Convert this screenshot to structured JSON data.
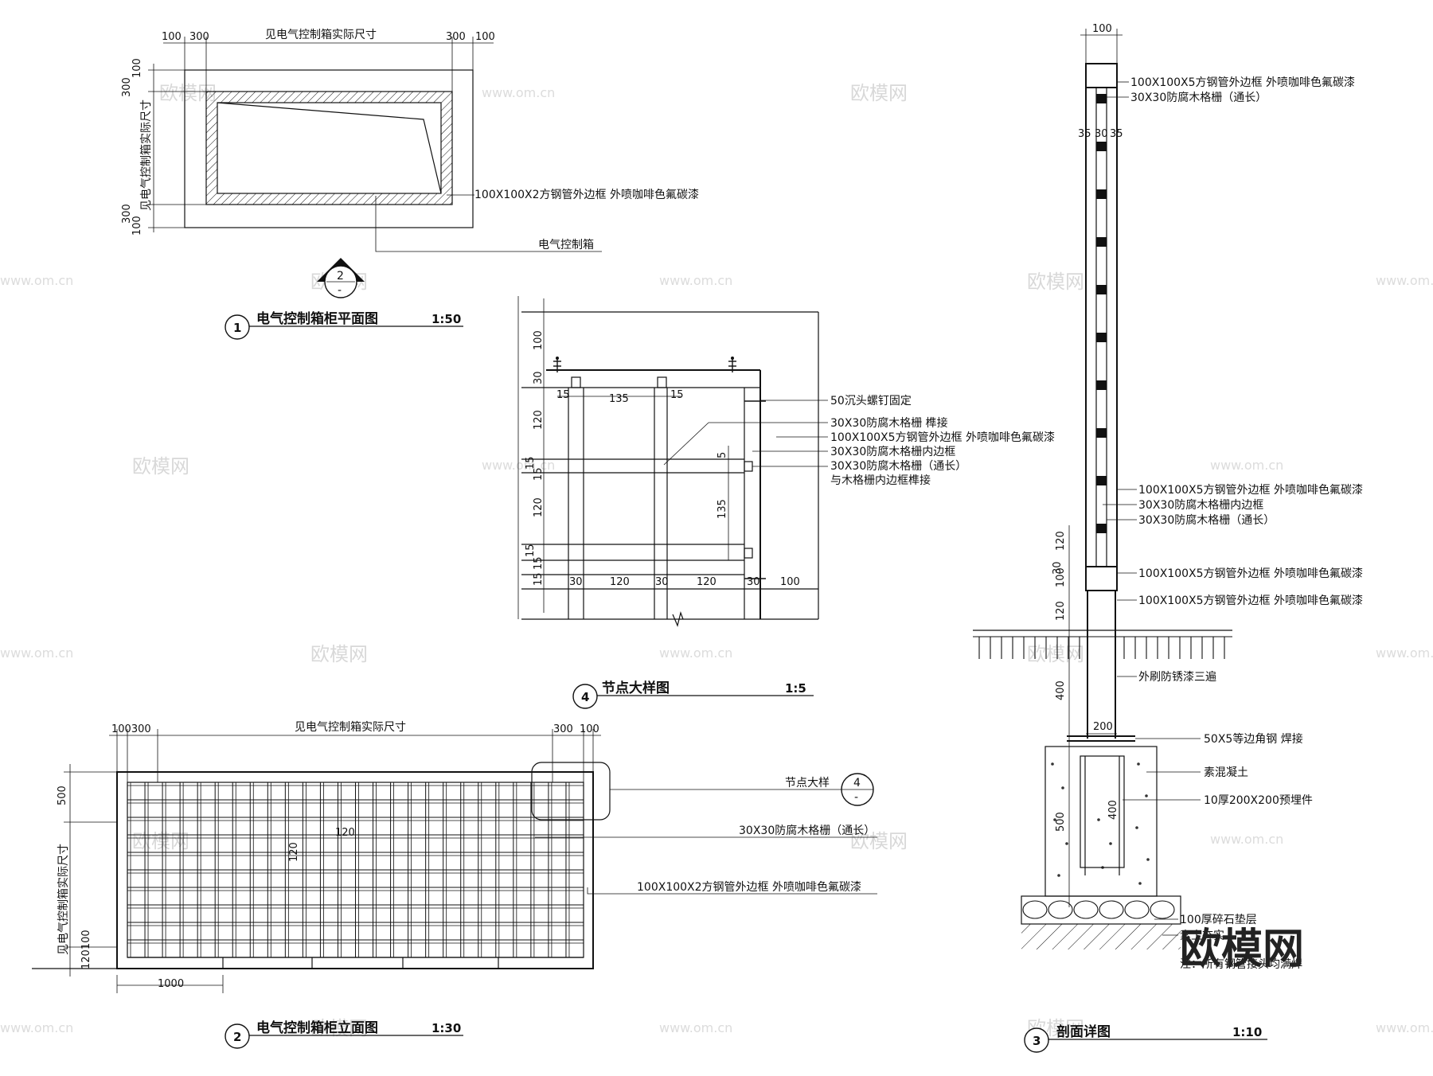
{
  "watermarks": {
    "logo": "欧模网",
    "site": "www.om.cn"
  },
  "views": {
    "plan": {
      "num": "1",
      "title": "电气控制箱柜平面图",
      "scale": "1:50",
      "top_dims": [
        "100",
        "300",
        "见电气控制箱实际尺寸",
        "300",
        "100"
      ],
      "left_dims": [
        "100",
        "300",
        "见电气控制箱实际尺寸",
        "300",
        "100"
      ],
      "labels": [
        "100X100X2方钢管外边框  外喷咖啡色氟碳漆",
        "电气控制箱"
      ],
      "ref_num": "2",
      "ref_sub": "-"
    },
    "elevation": {
      "num": "2",
      "title": "电气控制箱柜立面图",
      "scale": "1:30",
      "top_dims": [
        "100300",
        "见电气控制箱实际尺寸",
        "300",
        "100"
      ],
      "left_dims": [
        "500",
        "见电气控制箱实际尺寸",
        "120100"
      ],
      "bottom_dim": "1000",
      "inner_dims": [
        "120",
        "120"
      ],
      "node_ref_label": "节点大样",
      "node_ref_num": "4",
      "node_ref_sub": "-",
      "labels": [
        "30X30防腐木格栅（通长）",
        "100X100X2方钢管外边框  外喷咖啡色氟碳漆"
      ]
    },
    "node": {
      "num": "4",
      "title": "节点大样图",
      "scale": "1:5",
      "left_dims": [
        "100",
        "30",
        "120",
        "15",
        "15",
        "120",
        "15",
        "15",
        "15"
      ],
      "top_dims": [
        "15",
        "135",
        "15"
      ],
      "inner_dims": [
        "5",
        "135"
      ],
      "bottom_dims": [
        "30",
        "120",
        "30",
        "120",
        "30",
        "100"
      ],
      "labels": [
        "50沉头螺钉固定",
        "30X30防腐木格栅  榫接",
        "100X100X5方钢管外边框  外喷咖啡色氟碳漆",
        "30X30防腐木格栅内边框",
        "30X30防腐木格栅（通长）",
        "与木格栅内边框榫接"
      ]
    },
    "section": {
      "num": "3",
      "title": "剖面详图",
      "scale": "1:10",
      "top_dim": "100",
      "sub_dims": [
        "35",
        "30",
        "35"
      ],
      "left_dims": [
        "120",
        "30",
        "100",
        "120",
        "400",
        "500"
      ],
      "inner_dims": [
        "200",
        "400"
      ],
      "labels": [
        "100X100X5方钢管外边框  外喷咖啡色氟碳漆",
        "30X30防腐木格栅（通长）",
        "100X100X5方钢管外边框  外喷咖啡色氟碳漆",
        "30X30防腐木格栅内边框",
        "30X30防腐木格栅（通长）",
        "100X100X5方钢管外边框  外喷咖啡色氟碳漆",
        "100X100X5方钢管外边框  外喷咖啡色氟碳漆",
        "外刷防锈漆三遍",
        "50X5等边角钢  焊接",
        "素混凝土",
        "10厚200X200预埋件",
        "100厚碎石垫层",
        "素土夯实"
      ],
      "note": "注：所有钢管接头均满焊"
    }
  }
}
